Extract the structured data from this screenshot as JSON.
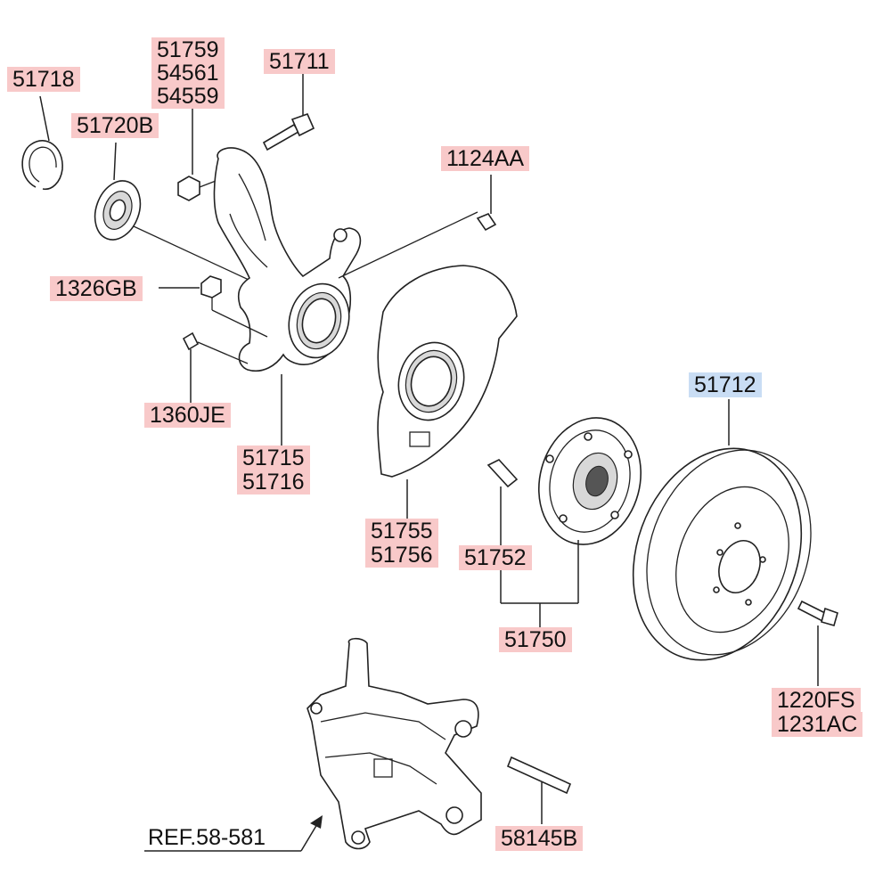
{
  "labels": {
    "p51718": "51718",
    "p51720B": "51720B",
    "p51759": "51759",
    "p54561": "54561",
    "p54559": "54559",
    "p51711": "51711",
    "p1124AA": "1124AA",
    "p1326GB": "1326GB",
    "p1360JE": "1360JE",
    "p51715": "51715",
    "p51716": "51716",
    "p51755": "51755",
    "p51756": "51756",
    "p51752": "51752",
    "p51750": "51750",
    "p51712": "51712",
    "p1220FS": "1220FS",
    "p1231AC": "1231AC",
    "p58145B": "58145B",
    "ref": "REF.58-581"
  },
  "colors": {
    "label_highlight": "#f8c9c9",
    "label_selected": "#c9ddf4",
    "line": "#222222"
  }
}
